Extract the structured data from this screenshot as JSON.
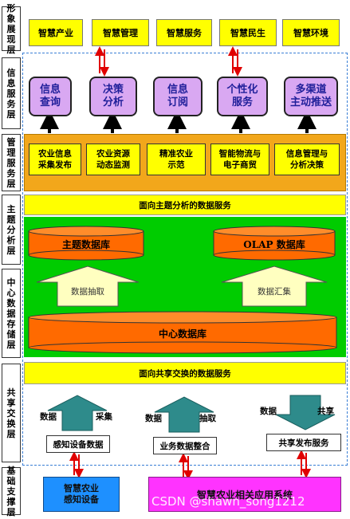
{
  "layers": [
    {
      "id": "presentation",
      "label": "形象展现层"
    },
    {
      "id": "info_service",
      "label": "信息服务层"
    },
    {
      "id": "management",
      "label": "管理服务层"
    },
    {
      "id": "topic",
      "label": "主题分析层"
    },
    {
      "id": "center",
      "label": "中心数据存储层"
    },
    {
      "id": "share",
      "label": "共享交换层"
    },
    {
      "id": "base",
      "label": "基础支撑层"
    }
  ],
  "presentation_boxes": [
    "智慧产业",
    "智慧管理",
    "智慧服务",
    "智慧民生",
    "智慧环境"
  ],
  "info_service_boxes": [
    "信息\n查询",
    "决策\n分析",
    "信息\n订阅",
    "个性化\n服务",
    "多渠道\n主动推送"
  ],
  "management_boxes": [
    "农业信息\n采集发布",
    "农业资源\n动态监测",
    "精准农业\n示范",
    "智能物流与\n电子商贸",
    "信息管理与\n分析决策"
  ],
  "topic_band": "面向主题分析的数据服务",
  "topic_db": "主题数据库",
  "olap_db": "OLAP 数据库",
  "extract_label": "数据抽取",
  "aggregate_label": "数据汇集",
  "center_db": "中心数据库",
  "share_band": "面向共享交换的数据服务",
  "share_items": [
    {
      "left": "数据",
      "right": "采集",
      "box": "感知设备数据"
    },
    {
      "left": "数据",
      "right": "抽取",
      "box": "业务数据整合"
    },
    {
      "left": "数据",
      "right": "共享",
      "box": "共享发布服务"
    }
  ],
  "base_left": "智慧农业\n感知设备",
  "base_right": "智慧农业相关应用系统",
  "watermark": "CSDN @shawn_song1212",
  "colors": {
    "yellow": "#ffff00",
    "orange_band": "#f2a71b",
    "purple": "#d9a8f2",
    "db_orange": "#ff6a00",
    "teal": "#2e8b8b",
    "blue_box": "#1e90ff",
    "magenta_box": "#ff33ff",
    "pale_yellow": "#ffffc0"
  }
}
